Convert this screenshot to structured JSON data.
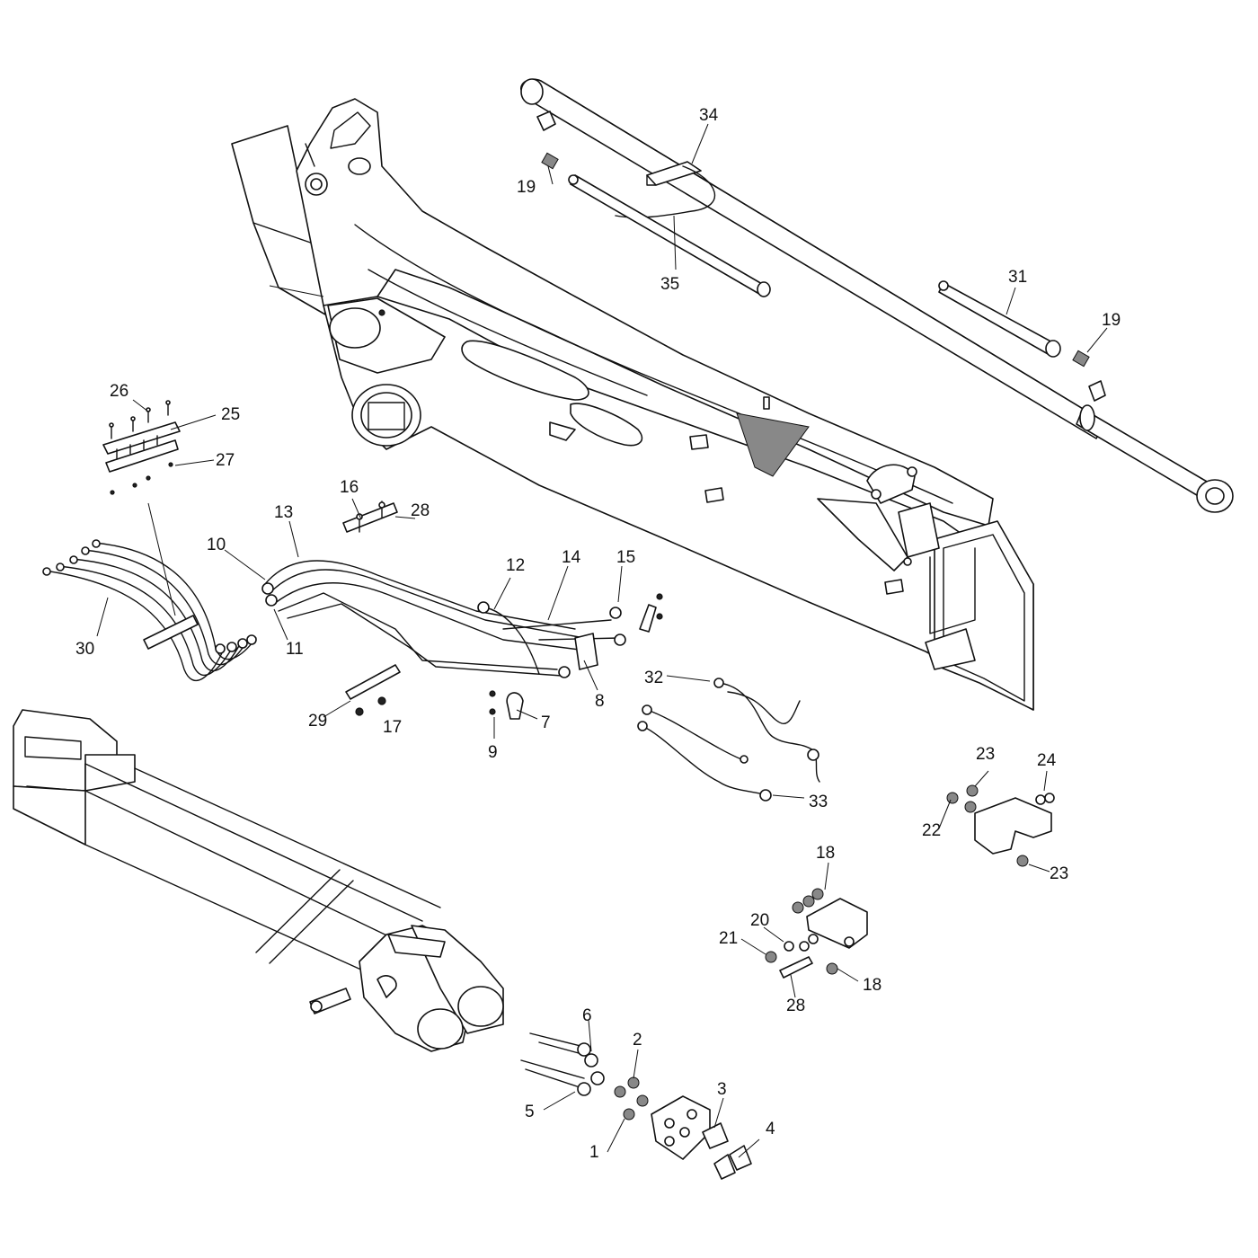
{
  "callouts": {
    "c1": "1",
    "c2": "2",
    "c3": "3",
    "c4": "4",
    "c5": "5",
    "c6": "6",
    "c7": "7",
    "c8": "8",
    "c9": "9",
    "c10": "10",
    "c11": "11",
    "c12": "12",
    "c13": "13",
    "c14": "14",
    "c15": "15",
    "c16": "16",
    "c17": "17",
    "c18a": "18",
    "c18b": "18",
    "c19a": "19",
    "c19b": "19",
    "c20": "20",
    "c21": "21",
    "c22": "22",
    "c23a": "23",
    "c23b": "23",
    "c24": "24",
    "c25": "25",
    "c26": "26",
    "c27": "27",
    "c28a": "28",
    "c28b": "28",
    "c29": "29",
    "c30": "30",
    "c31": "31",
    "c32": "32",
    "c33": "33",
    "c34": "34",
    "c35": "35"
  }
}
